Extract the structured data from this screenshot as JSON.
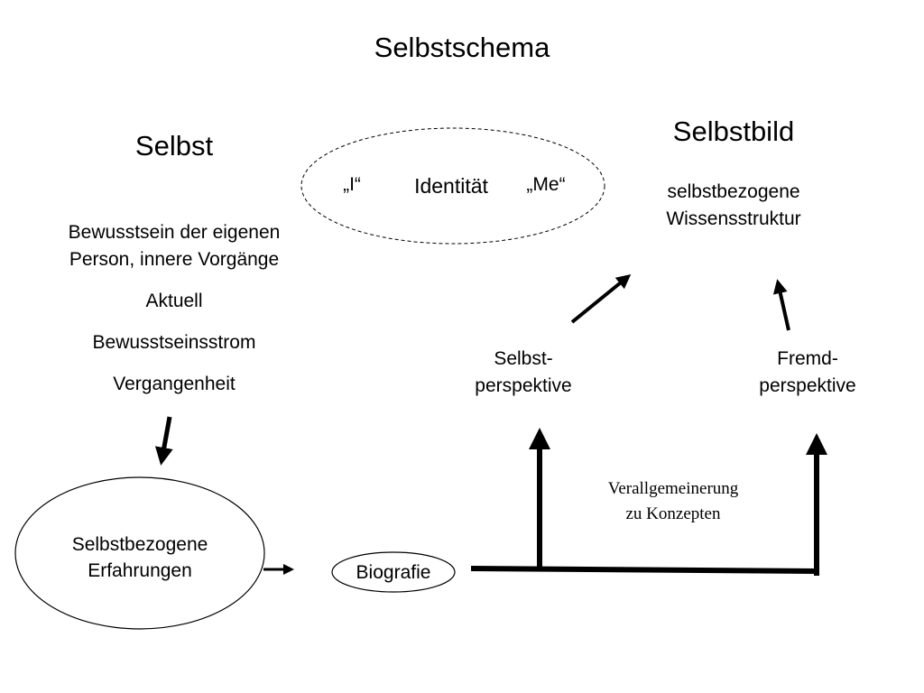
{
  "title": "Selbstschema",
  "selbst": {
    "heading": "Selbst",
    "lines": [
      "Bewusstsein der eigenen",
      "Person, innere Vorgänge"
    ],
    "aktuell": "Aktuell",
    "strom": "Bewusstseinsstrom",
    "vergangenheit": "Vergangenheit"
  },
  "identity": {
    "i": "„I“",
    "label": "Identität",
    "me": "„Me“"
  },
  "selbstbild": {
    "heading": "Selbstbild",
    "lines": [
      "selbstbezogene",
      "Wissensstruktur"
    ]
  },
  "selbstperspektive": [
    "Selbst-",
    "perspektive"
  ],
  "fremdperspektive": [
    "Fremd-",
    "perspektive"
  ],
  "erfahrungen": [
    "Selbstbezogene",
    "Erfahrungen"
  ],
  "biografie": "Biografie",
  "verallgemeinerung": [
    "Verallgemeinerung",
    "zu Konzepten"
  ]
}
